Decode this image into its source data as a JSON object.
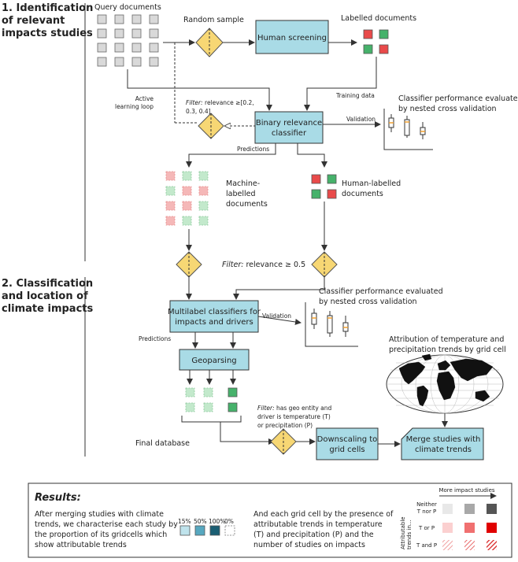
{
  "section1": {
    "line1": "1. Identification",
    "line2": "of relevant",
    "line3": "impacts studies"
  },
  "section2": {
    "line1": "2. Classification",
    "line2": "and location of",
    "line3": "climate impacts"
  },
  "labels": {
    "query_documents": "Query documents",
    "random_sample": "Random sample",
    "labelled_documents": "Labelled documents",
    "human_screening": "Human screening",
    "active_loop_1": "Active",
    "active_loop_2": "learning loop",
    "training_data": "Training data",
    "filter_word": "Filter:",
    "filter1_rest": " relevance ≥[0.2,",
    "filter1_line2": "0.3, 0.4]",
    "binary_1": "Binary relevance",
    "binary_2": "classifier",
    "validation": "Validation",
    "perf_1": "Classifier performance evaluated",
    "perf_2": "by nested cross validation",
    "predictions": "Predictions",
    "machine_1": "Machine-",
    "machine_2": "labelled",
    "machine_3": "documents",
    "human_1": "Human-labelled",
    "human_2": "documents",
    "filter2_rest": " relevance ≥ 0.5",
    "multi_1": "Multilabel classifiers for",
    "multi_2": "impacts and drivers",
    "validation2": "Validation",
    "perf2_1": "Classifier performance evaluated",
    "perf2_2": "by nested cross validation",
    "predictions2": "Predictions",
    "geoparsing": "Geoparsing",
    "attr_1": "Attribution of temperature and",
    "attr_2": "precipitation trends by grid cell",
    "filter3_1": " has geo entity and",
    "filter3_2": "driver is temperature (T)",
    "filter3_3": "or precipitation (P)",
    "final_db": "Final database",
    "down_1": "Downscaling to",
    "down_2": "grid cells",
    "merge_1": "Merge studies with",
    "merge_2": "climate trends"
  },
  "results": {
    "title": "Results:",
    "left_1": "After merging studies with climate",
    "left_2": "trends, we characterise each study by",
    "left_3": "the proportion of its gridcells which",
    "left_4": "show attributable trends",
    "pct": [
      "15%",
      "50%",
      "100%",
      "0%"
    ],
    "right_1": "And each grid cell by the presence of",
    "right_2": "attributable trends in temperature",
    "right_3": "(T) and precipitation (P) and the",
    "right_4": "number of studies on impacts",
    "more_studies": "More impact studies",
    "axis_label_1": "Attributable",
    "axis_label_2": "trends in...",
    "row_neither_1": "Neither",
    "row_neither_2": "T nor P",
    "row_torp": "T or P",
    "row_tandp": "T and P"
  },
  "colors": {
    "box": "#a9dbe6",
    "diamond": "#f7d774",
    "red": "#e94a4a",
    "green": "#46b26b"
  }
}
